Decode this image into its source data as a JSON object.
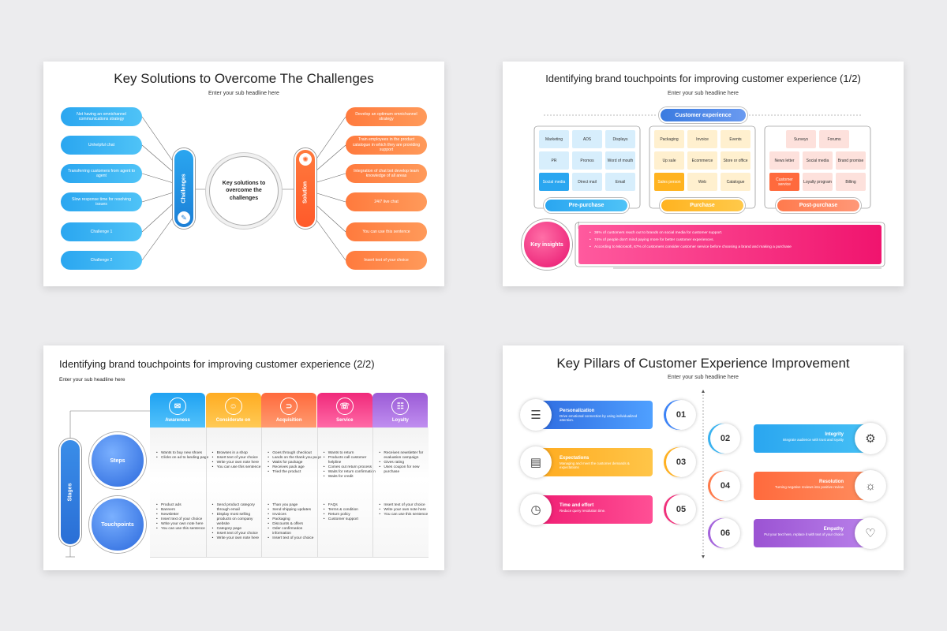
{
  "slide1": {
    "title": "Key Solutions to Overcome The Challenges",
    "subtitle": "Enter your sub headline here",
    "center": "Key solutions to overcome the challenges",
    "challenges_label": "Challenges",
    "solution_label": "Solution",
    "challenges": [
      "Not having an omnichannel communications strategy",
      "Unhelpful chat",
      "Transferring customers from agent to agent",
      "Slow response time for resolving issues",
      "Challenge 1",
      "Challenge 2"
    ],
    "solutions": [
      "Develop an optimum omnichannel strategy",
      "Train employees in the product catalogue in which they are providing support",
      "Integration of chat bot develop team knowledge of all areas",
      "24/7 live chat",
      "You can use this sentence",
      "Insert text of your choice"
    ]
  },
  "slide2": {
    "title": "Identifying brand touchpoints for improving customer experience (1/2)",
    "subtitle": "Enter your sub headline here",
    "customer_experience": "Customer experience",
    "prepurchase_label": "Pre-purchase",
    "purchase_label": "Purchase",
    "postpurchase_label": "Post-purchase",
    "prepurchase": [
      "Marketing",
      "ADS",
      "Displays",
      "PR",
      "Promos",
      "Word of mouth",
      "Social media",
      "Direct mail",
      "Email"
    ],
    "purchase": [
      "Packaging",
      "Invoice",
      "Events",
      "Up sale",
      "Ecommerce",
      "Store or office",
      "Sales person",
      "Web",
      "Catalogue"
    ],
    "postpurchase": [
      "Surveys",
      "Forums",
      "News letter",
      "Social media",
      "Brand promise",
      "Customer service",
      "Loyalty program",
      "Billing"
    ],
    "insights_label": "Key insights",
    "insights": [
      "36% of customers reach out to brands on social media for customer support.",
      "74% of people don't mind paying more for better customer experiences.",
      "According to Microsoft, 67% of customers consider customer service before choosing a brand and making a purchase"
    ]
  },
  "slide3": {
    "title": "Identifying brand touchpoints for improving customer experience (2/2)",
    "subtitle": "Enter your sub headline here",
    "stages_label": "Stages",
    "steps_label": "Steps",
    "touchpoints_label": "Touchpoints",
    "columns": [
      {
        "name": "Awareness",
        "steps": [
          "Wants to buy new shoes",
          "Clicks on ad to landing page"
        ],
        "touch": [
          "Product ads",
          "Banners",
          "Newsletter",
          "Insert text of your choice",
          "Write your own note here",
          "You can use this sentence"
        ]
      },
      {
        "name": "Considerate on",
        "steps": [
          "Browses in a shop",
          "Insert text of your choice",
          "Write your own note here",
          "You can use this sentence"
        ],
        "touch": [
          "Send product category through email",
          "Display most selling products on company website",
          "Category page",
          "Insert text of your choice",
          "Write your own note here"
        ]
      },
      {
        "name": "Acquisition",
        "steps": [
          "Goes through checkout",
          "Lands on the thank you page",
          "Waits for package",
          "Receives pack age",
          "Tried the product"
        ],
        "touch": [
          "Than you page",
          "Send shipping updates",
          "Invoices",
          "Packaging",
          "Discounts & offers",
          "Oder confirmation information",
          "Insert text of your choice"
        ]
      },
      {
        "name": "Service",
        "steps": [
          "Wants to return",
          "Products call customer helpline",
          "Comes out return process",
          "Waits for return confirmation",
          "Waits for credit"
        ],
        "touch": [
          "FAQs",
          "Terms & condition",
          "Return policy",
          "Customer support"
        ]
      },
      {
        "name": "Loyalty",
        "steps": [
          "Receives newsletter for evaluation campaign",
          "Gives rating",
          "Uses coupon for new purchase"
        ],
        "touch": [
          "Insert text of your choice",
          "Write your own note here",
          "You can use this sentence"
        ]
      }
    ]
  },
  "slide4": {
    "title": "Key Pillars of Customer Experience Improvement",
    "subtitle": "Enter your sub headline here",
    "pillars": [
      {
        "num": "01",
        "title": "Personalization",
        "desc": "Drive emotional connection by using individualized attention.",
        "icon": "sliders-icon"
      },
      {
        "num": "02",
        "title": "Integrity",
        "desc": "Integrate audience with trust and loyalty",
        "icon": "gears-icon"
      },
      {
        "num": "03",
        "title": "Expectations",
        "desc": "Managing and meet the customer demands & expectations",
        "icon": "chart-icon"
      },
      {
        "num": "04",
        "title": "Resolution",
        "desc": "Turning negative reviews into positive review",
        "icon": "lightbulb-icon"
      },
      {
        "num": "05",
        "title": "Time and effort",
        "desc": "Reduce query resolution time.",
        "icon": "clock-icon"
      },
      {
        "num": "06",
        "title": "Empathy",
        "desc": "Put your text here, replace it with text of your choice",
        "icon": "heart-head-icon"
      }
    ]
  }
}
